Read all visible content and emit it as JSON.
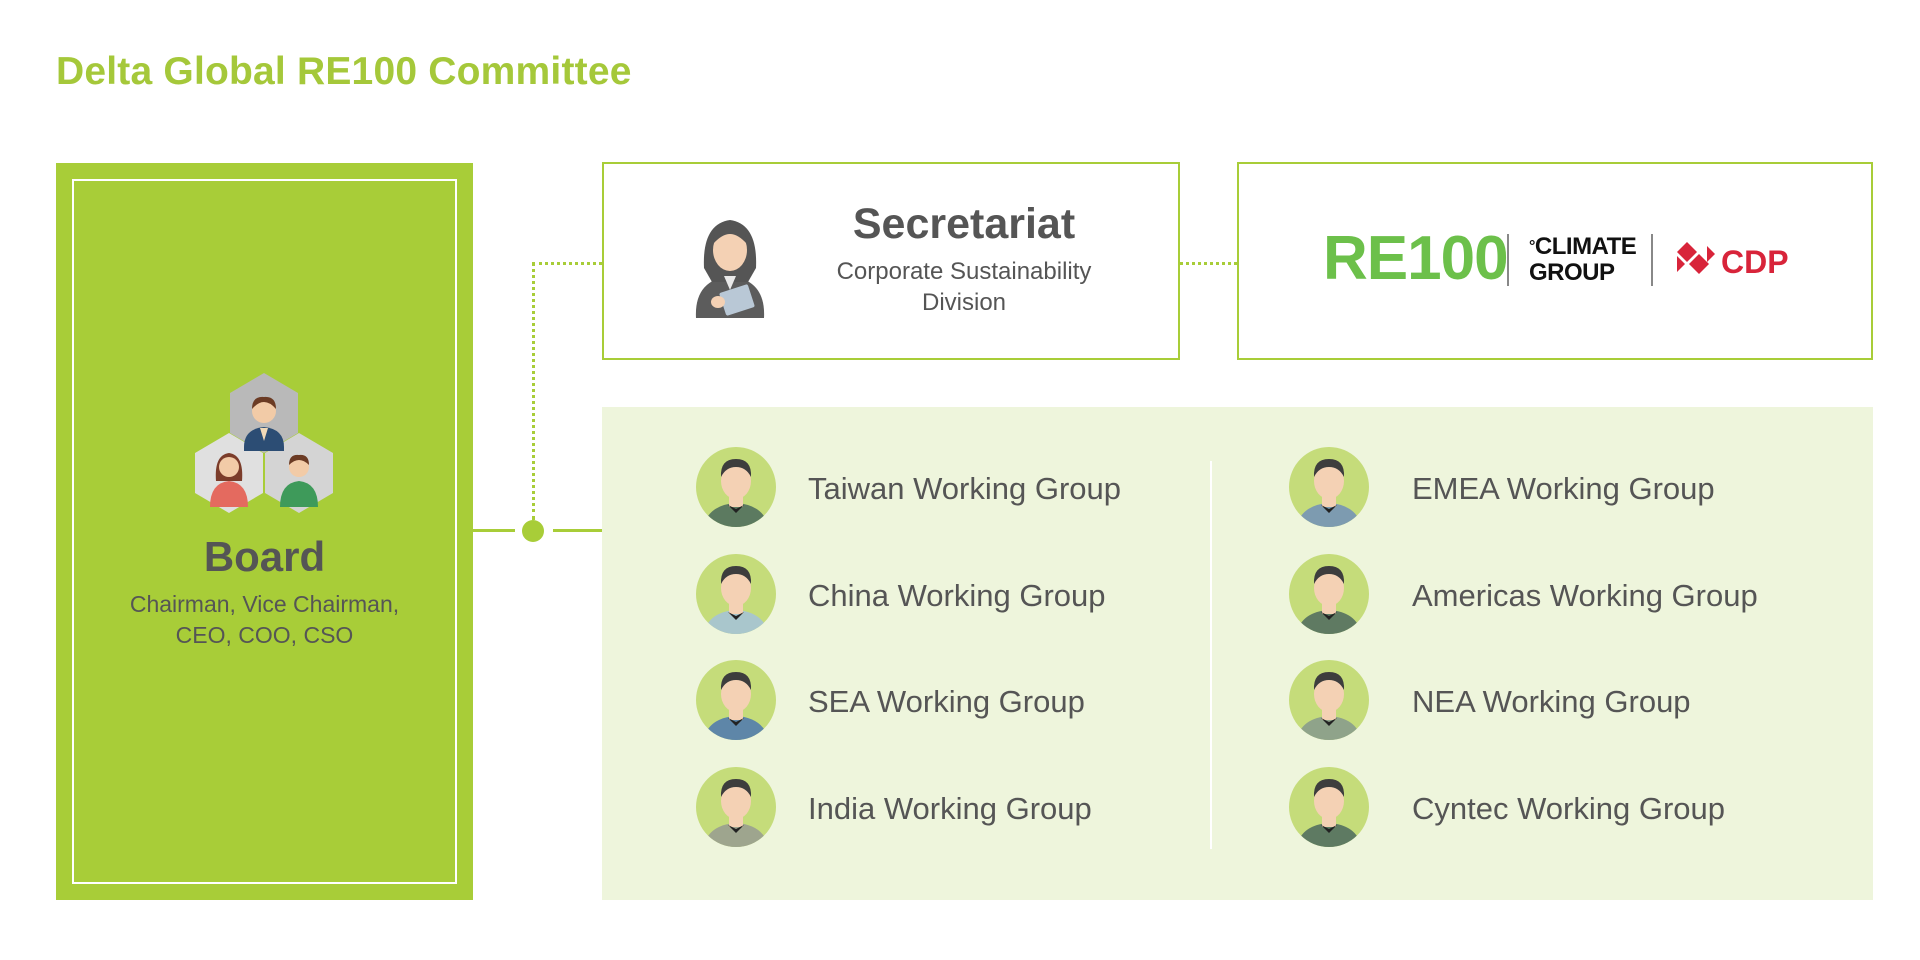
{
  "title": "Delta Global RE100 Committee",
  "board": {
    "title": "Board",
    "members_line1": "Chairman, Vice Chairman,",
    "members_line2": "CEO, COO, CSO"
  },
  "secretariat": {
    "title": "Secretariat",
    "subtitle_line1": "Corporate Sustainability",
    "subtitle_line2": "Division"
  },
  "partners": {
    "re100": "RE100",
    "climate_group_line1": "CLIMATE",
    "climate_group_line2": "GROUP",
    "cdp": "CDP"
  },
  "working_groups": {
    "left": [
      {
        "label": "Taiwan Working Group",
        "shirt": "#5c7a60",
        "hair": "#3d3d3d"
      },
      {
        "label": "China Working Group",
        "shirt": "#a9c6cc",
        "hair": "#3d3d3d"
      },
      {
        "label": "SEA Working Group",
        "shirt": "#5e86a8",
        "hair": "#3d3d3d"
      },
      {
        "label": "India Working Group",
        "shirt": "#9ea58e",
        "hair": "#3d3d3d"
      }
    ],
    "right": [
      {
        "label": "EMEA Working Group",
        "shirt": "#7d9bb0",
        "hair": "#3d3d3d"
      },
      {
        "label": "Americas Working Group",
        "shirt": "#5f7a62",
        "hair": "#3d3d3d"
      },
      {
        "label": "NEA Working Group",
        "shirt": "#8fa38a",
        "hair": "#3d3d3d"
      },
      {
        "label": "Cyntec Working Group",
        "shirt": "#5e7a62",
        "hair": "#3d3d3d"
      }
    ]
  },
  "colors": {
    "accent": "#a8cd38",
    "panel_bg": "#eef5dc",
    "text": "#555555",
    "avatar_bg": "#c5dc7a",
    "cdp_red": "#d8243a",
    "re100_green": "#6cc04a"
  }
}
